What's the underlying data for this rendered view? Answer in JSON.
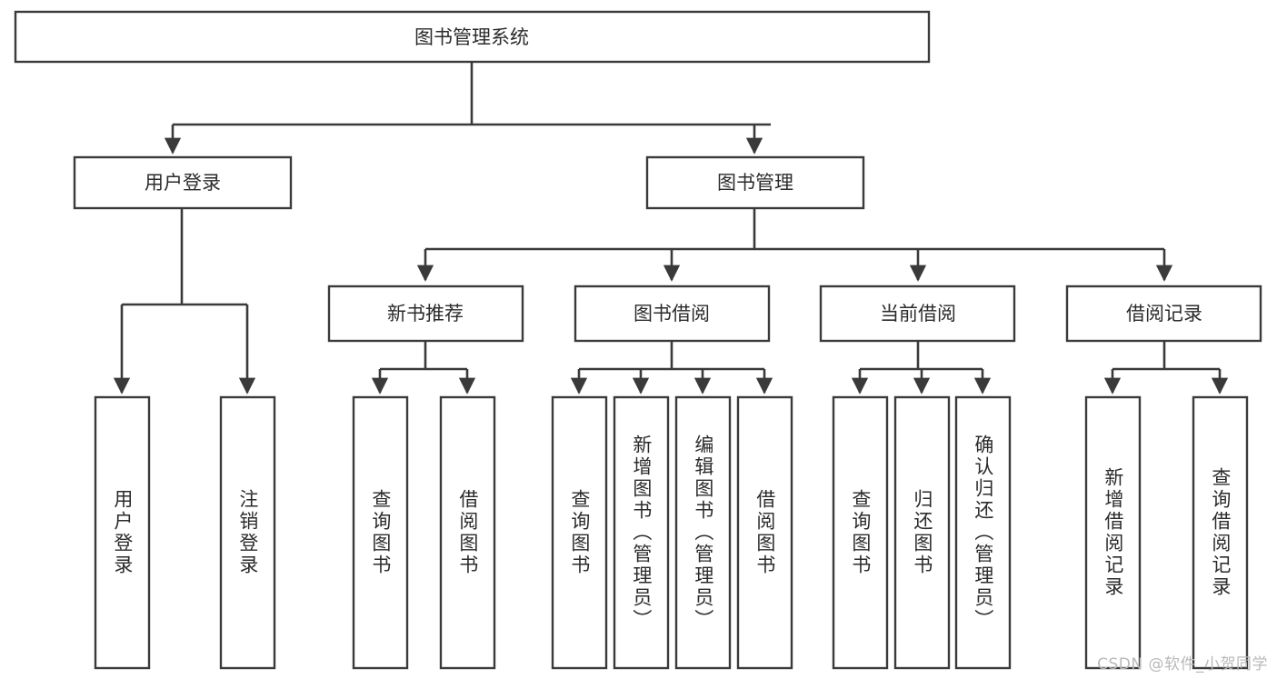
{
  "diagram": {
    "type": "tree",
    "title_node": {
      "label": "图书管理系统"
    },
    "level2": [
      {
        "label": "用户登录"
      },
      {
        "label": "图书管理"
      }
    ],
    "level3": [
      {
        "label": "新书推荐"
      },
      {
        "label": "图书借阅"
      },
      {
        "label": "当前借阅"
      },
      {
        "label": "借阅记录"
      }
    ],
    "leaves": {
      "user_login": [
        {
          "label": "用户登录"
        },
        {
          "label": "注销登录"
        }
      ],
      "new_book_recommend": [
        {
          "label": "查询图书"
        },
        {
          "label": "借阅图书"
        }
      ],
      "book_borrow": [
        {
          "label": "查询图书"
        },
        {
          "label": "新增图书（管理员）"
        },
        {
          "label": "编辑图书（管理员）"
        },
        {
          "label": "借阅图书"
        }
      ],
      "current_borrow": [
        {
          "label": "查询图书"
        },
        {
          "label": "归还图书"
        },
        {
          "label": "确认归还（管理员）"
        }
      ],
      "borrow_records": [
        {
          "label": "新增借阅记录"
        },
        {
          "label": "查询借阅记录"
        }
      ]
    }
  },
  "watermark": {
    "text": "CSDN @软件_小贺同学"
  },
  "colors": {
    "stroke": "#3a3a3a",
    "fill": "#ffffff",
    "text": "#2b2b2b",
    "watermark": "#b9b9b9"
  }
}
